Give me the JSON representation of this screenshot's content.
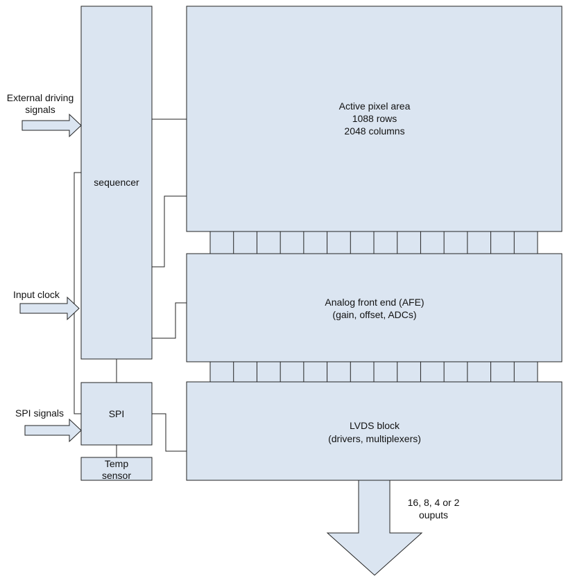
{
  "blocks": {
    "sequencer": {
      "label": "sequencer"
    },
    "spi": {
      "label": "SPI"
    },
    "temp_sensor": {
      "lines": [
        "Temp",
        "sensor"
      ]
    },
    "active_pixel_area": {
      "lines": [
        "Active pixel area",
        "1088 rows",
        "2048 columns"
      ]
    },
    "afe": {
      "lines": [
        "Analog front end (AFE)",
        "(gain, offset, ADCs)"
      ]
    },
    "lvds": {
      "lines": [
        "LVDS block",
        "(drivers, multiplexers)"
      ]
    }
  },
  "inputs": {
    "external_driving": {
      "lines": [
        "External driving",
        "signals"
      ]
    },
    "input_clock": {
      "label": "Input clock"
    },
    "spi_signals": {
      "label": "SPI signals"
    }
  },
  "outputs": {
    "lines": [
      "16, 8, 4 or 2",
      "ouputs"
    ]
  },
  "colors": {
    "block_fill": "#dbe5f1",
    "stroke": "#222222"
  }
}
